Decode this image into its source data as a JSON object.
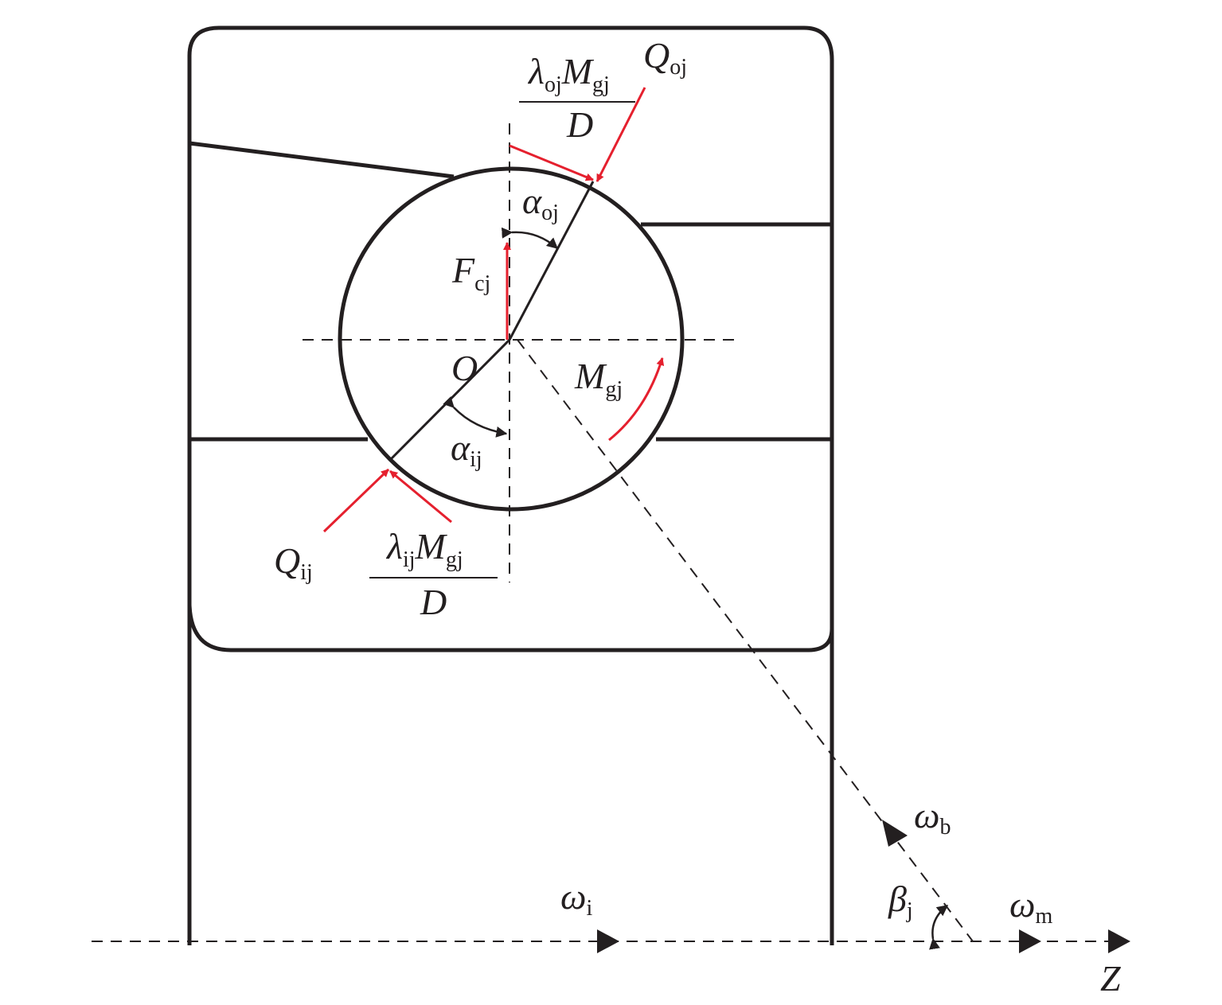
{
  "colors": {
    "line": "#231f20",
    "force": "#e5202e"
  },
  "labels": {
    "Qoj": {
      "main": "Q",
      "sub": "oj"
    },
    "lambda_oj": {
      "a": "λ",
      "asub": "oj",
      "b": "M",
      "bsub": "gj",
      "den": "D"
    },
    "alpha_oj": {
      "main": "α",
      "sub": "oj"
    },
    "Fcj": {
      "main": "F",
      "sub": "cj"
    },
    "O": "O",
    "Mgj": {
      "main": "M",
      "sub": "gj"
    },
    "alpha_ij": {
      "main": "α",
      "sub": "ij"
    },
    "Qij": {
      "main": "Q",
      "sub": "ij"
    },
    "lambda_ij": {
      "a": "λ",
      "asub": "ij",
      "b": "M",
      "bsub": "gj",
      "den": "D"
    },
    "omega_b": {
      "main": "ω",
      "sub": "b"
    },
    "beta_j": {
      "main": "β",
      "sub": "j"
    },
    "omega_i": {
      "main": "ω",
      "sub": "i"
    },
    "omega_m": {
      "main": "ω",
      "sub": "m"
    },
    "Z": "Z"
  }
}
